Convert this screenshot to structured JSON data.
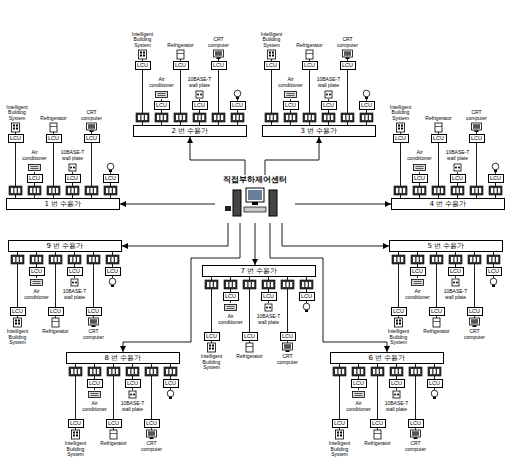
{
  "diagram": {
    "nodes": [
      {
        "text": [
          "직접부하제어센터"
        ]
      },
      {
        "text": [
          "1 번 수용가"
        ]
      },
      {
        "text": [
          "2 번 수용가"
        ]
      },
      {
        "text": [
          "3 번 수용가"
        ]
      },
      {
        "text": [
          "4 번 수용가"
        ]
      },
      {
        "text": [
          "5 번 수용가"
        ]
      },
      {
        "text": [
          "6 번 수용가"
        ]
      },
      {
        "text": [
          "7 번 수용가"
        ]
      },
      {
        "text": [
          "8 번 수용가"
        ]
      },
      {
        "text": [
          "9 번 수용가"
        ]
      },
      {
        "text": [
          "LCU"
        ]
      },
      {
        "text": [
          "LCU"
        ]
      },
      {
        "text": [
          "LCU"
        ]
      },
      {
        "text": [
          "LCU"
        ]
      },
      {
        "text": [
          "LCU"
        ]
      },
      {
        "text": [
          "LCU"
        ]
      },
      {
        "text": [
          "LCU"
        ]
      },
      {
        "text": [
          "LCU"
        ]
      },
      {
        "text": [
          "LCU"
        ]
      },
      {
        "text": [
          "LCU"
        ]
      },
      {
        "text": [
          "LCU"
        ]
      },
      {
        "text": [
          "LCU"
        ]
      },
      {
        "text": [
          "LCU"
        ]
      },
      {
        "text": [
          "LCU"
        ]
      },
      {
        "text": [
          "LCU"
        ]
      },
      {
        "text": [
          "LCU"
        ]
      },
      {
        "text": [
          "LCU"
        ]
      },
      {
        "text": [
          "LCU"
        ]
      },
      {
        "text": [
          "LCU"
        ]
      },
      {
        "text": [
          "LCU"
        ]
      },
      {
        "text": [
          "LCU"
        ]
      },
      {
        "text": [
          "LCU"
        ]
      },
      {
        "text": [
          "LCU"
        ]
      },
      {
        "text": [
          "LCU"
        ]
      },
      {
        "text": [
          "LCU"
        ]
      },
      {
        "text": [
          "LCU"
        ]
      },
      {
        "text": [
          "LCU"
        ]
      },
      {
        "text": [
          "LCU"
        ]
      },
      {
        "text": [
          "LCU"
        ]
      },
      {
        "text": [
          "LCU"
        ]
      },
      {
        "text": [
          "LCU"
        ]
      },
      {
        "text": [
          "LCU"
        ]
      },
      {
        "text": [
          "LCU"
        ]
      },
      {
        "text": [
          "LCU"
        ]
      },
      {
        "text": [
          "LCU"
        ]
      },
      {
        "text": [
          "LCU"
        ]
      },
      {
        "text": [
          "LCU"
        ]
      },
      {
        "text": [
          "LCU"
        ]
      },
      {
        "text": [
          "LCU"
        ]
      },
      {
        "text": [
          "LCU"
        ]
      },
      {
        "text": [
          "LCU"
        ]
      },
      {
        "text": [
          "LCU"
        ]
      },
      {
        "text": [
          "LCU"
        ]
      },
      {
        "text": [
          "LCU"
        ]
      },
      {
        "text": [
          "LCU"
        ]
      },
      {
        "text": [
          "LCU"
        ]
      },
      {
        "text": [
          "LCU"
        ]
      },
      {
        "text": [
          "LCU"
        ]
      },
      {
        "text": [
          "LCU"
        ]
      },
      {
        "text": [
          "LCU"
        ]
      },
      {
        "text": [
          "LCU"
        ]
      },
      {
        "text": [
          "LCU"
        ]
      },
      {
        "text": [
          "LCU"
        ]
      },
      {
        "text": [
          "LCU"
        ]
      }
    ],
    "edges": [
      {
        "from": 0,
        "to": 1,
        "arrow": "to"
      },
      {
        "from": 0,
        "to": 2,
        "arrow": "to"
      },
      {
        "from": 0,
        "to": 3,
        "arrow": "to"
      },
      {
        "from": 0,
        "to": 4,
        "arrow": "to"
      },
      {
        "from": 0,
        "to": 5,
        "arrow": "to"
      },
      {
        "from": 0,
        "to": 6,
        "arrow": "to"
      },
      {
        "from": 0,
        "to": 7,
        "arrow": "to"
      },
      {
        "from": 0,
        "to": 8,
        "arrow": "to"
      },
      {
        "from": 0,
        "to": 9,
        "arrow": "to"
      },
      {
        "from": 1,
        "to": 10,
        "arrow": "none"
      },
      {
        "from": 1,
        "to": 11,
        "arrow": "none"
      },
      {
        "from": 1,
        "to": 12,
        "arrow": "none"
      },
      {
        "from": 1,
        "to": 13,
        "arrow": "none"
      },
      {
        "from": 1,
        "to": 14,
        "arrow": "none"
      },
      {
        "from": 1,
        "to": 15,
        "arrow": "none"
      },
      {
        "from": 2,
        "to": 16,
        "arrow": "none"
      },
      {
        "from": 2,
        "to": 17,
        "arrow": "none"
      },
      {
        "from": 2,
        "to": 18,
        "arrow": "none"
      },
      {
        "from": 2,
        "to": 19,
        "arrow": "none"
      },
      {
        "from": 2,
        "to": 20,
        "arrow": "none"
      },
      {
        "from": 2,
        "to": 21,
        "arrow": "none"
      },
      {
        "from": 3,
        "to": 22,
        "arrow": "none"
      },
      {
        "from": 3,
        "to": 23,
        "arrow": "none"
      },
      {
        "from": 3,
        "to": 24,
        "arrow": "none"
      },
      {
        "from": 3,
        "to": 25,
        "arrow": "none"
      },
      {
        "from": 3,
        "to": 26,
        "arrow": "none"
      },
      {
        "from": 3,
        "to": 27,
        "arrow": "none"
      },
      {
        "from": 4,
        "to": 28,
        "arrow": "none"
      },
      {
        "from": 4,
        "to": 29,
        "arrow": "none"
      },
      {
        "from": 4,
        "to": 30,
        "arrow": "none"
      },
      {
        "from": 4,
        "to": 31,
        "arrow": "none"
      },
      {
        "from": 4,
        "to": 32,
        "arrow": "none"
      },
      {
        "from": 4,
        "to": 33,
        "arrow": "none"
      },
      {
        "from": 5,
        "to": 34,
        "arrow": "none"
      },
      {
        "from": 5,
        "to": 35,
        "arrow": "none"
      },
      {
        "from": 5,
        "to": 36,
        "arrow": "none"
      },
      {
        "from": 5,
        "to": 37,
        "arrow": "none"
      },
      {
        "from": 5,
        "to": 38,
        "arrow": "none"
      },
      {
        "from": 5,
        "to": 39,
        "arrow": "none"
      },
      {
        "from": 6,
        "to": 40,
        "arrow": "none"
      },
      {
        "from": 6,
        "to": 41,
        "arrow": "none"
      },
      {
        "from": 6,
        "to": 42,
        "arrow": "none"
      },
      {
        "from": 6,
        "to": 43,
        "arrow": "none"
      },
      {
        "from": 6,
        "to": 44,
        "arrow": "none"
      },
      {
        "from": 6,
        "to": 45,
        "arrow": "none"
      },
      {
        "from": 7,
        "to": 46,
        "arrow": "none"
      },
      {
        "from": 7,
        "to": 47,
        "arrow": "none"
      },
      {
        "from": 7,
        "to": 48,
        "arrow": "none"
      },
      {
        "from": 7,
        "to": 49,
        "arrow": "none"
      },
      {
        "from": 7,
        "to": 50,
        "arrow": "none"
      },
      {
        "from": 7,
        "to": 51,
        "arrow": "none"
      },
      {
        "from": 8,
        "to": 52,
        "arrow": "none"
      },
      {
        "from": 8,
        "to": 53,
        "arrow": "none"
      },
      {
        "from": 8,
        "to": 54,
        "arrow": "none"
      },
      {
        "from": 8,
        "to": 55,
        "arrow": "none"
      },
      {
        "from": 8,
        "to": 56,
        "arrow": "none"
      },
      {
        "from": 8,
        "to": 57,
        "arrow": "none"
      },
      {
        "from": 9,
        "to": 58,
        "arrow": "none"
      },
      {
        "from": 9,
        "to": 59,
        "arrow": "none"
      },
      {
        "from": 9,
        "to": 60,
        "arrow": "none"
      },
      {
        "from": 9,
        "to": 61,
        "arrow": "none"
      },
      {
        "from": 9,
        "to": 62,
        "arrow": "none"
      },
      {
        "from": 9,
        "to": 63,
        "arrow": "none"
      }
    ],
    "labels": [
      "Intelligent Building System",
      "Air conditioner",
      "Refrigerator",
      "10BASE-T wall plate",
      "CRT computer",
      "Intelligent Building System",
      "Air conditioner",
      "Refrigerator",
      "10BASE-T wall plate",
      "CRT computer",
      "Intelligent Building System",
      "Air conditioner",
      "Refrigerator",
      "10BASE-T wall plate",
      "CRT computer",
      "Intelligent Building System",
      "Air conditioner",
      "Refrigerator",
      "10BASE-T wall plate",
      "CRT computer",
      "Intelligent Building System",
      "Air conditioner",
      "Refrigerator",
      "10BASE-T wall plate",
      "CRT computer",
      "Intelligent Building System",
      "Air conditioner",
      "Refrigerator",
      "10BASE-T wall plate",
      "CRT computer",
      "Intelligent Building System",
      "Air conditioner",
      "Refrigerator",
      "10BASE-T wall plate",
      "CRT computer",
      "Intelligent Building System",
      "Air conditioner",
      "Refrigerator",
      "10BASE-T wall plate",
      "CRT computer",
      "Intelligent Building System",
      "Air conditioner",
      "Refrigerator",
      "10BASE-T wall plate",
      "CRT computer"
    ]
  }
}
